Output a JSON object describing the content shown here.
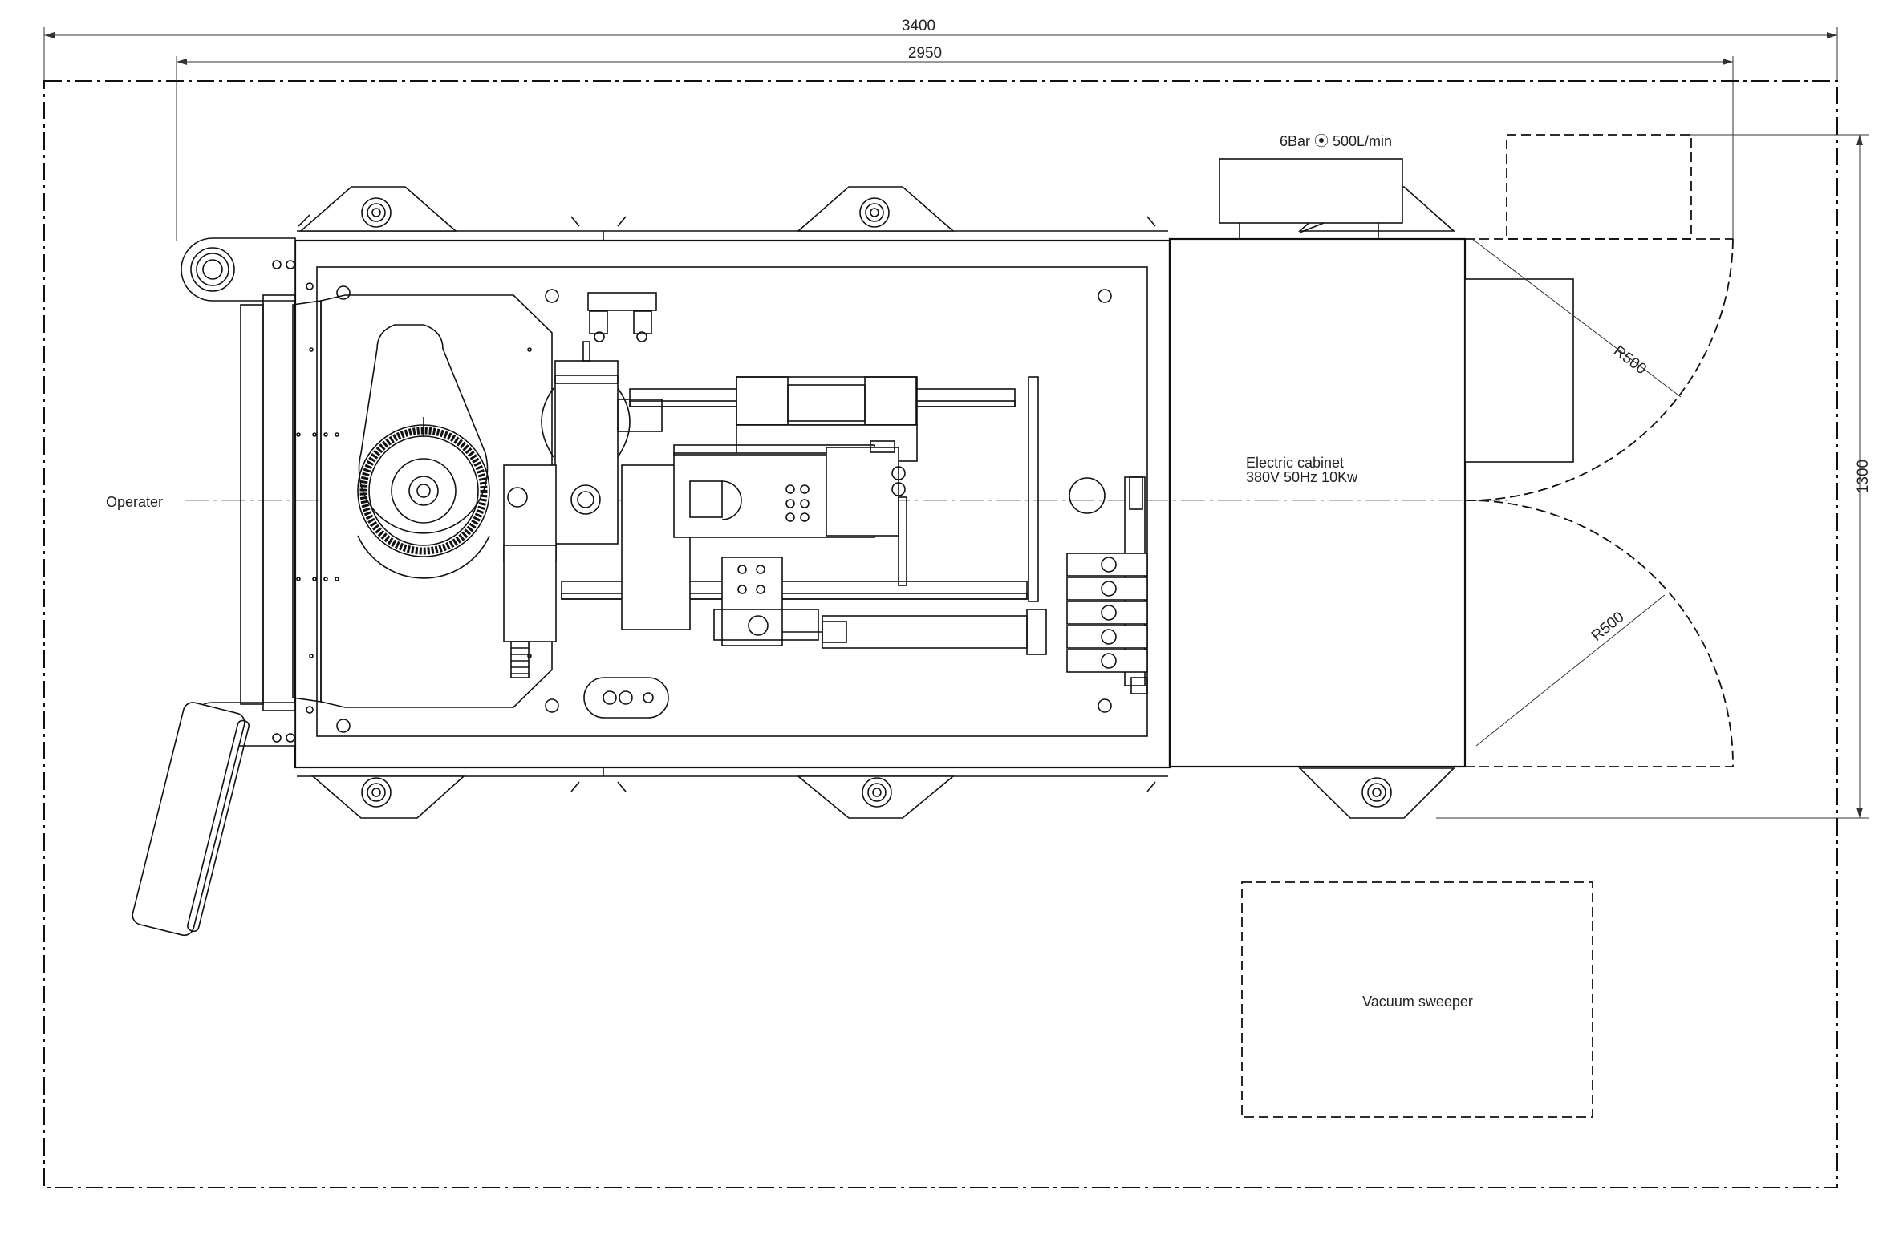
{
  "dimensions": {
    "overall_width": "3400",
    "machine_width": "2950",
    "depth": "1300",
    "radius_top": "R500",
    "radius_bottom": "R500"
  },
  "labels": {
    "operator": "Operater",
    "air_supply": "6Bar ⦿ 500L/min",
    "cabinet_line1": "Electric cabinet",
    "cabinet_line2": "380V 50Hz 10Kw",
    "vacuum": "Vacuum sweeper"
  }
}
